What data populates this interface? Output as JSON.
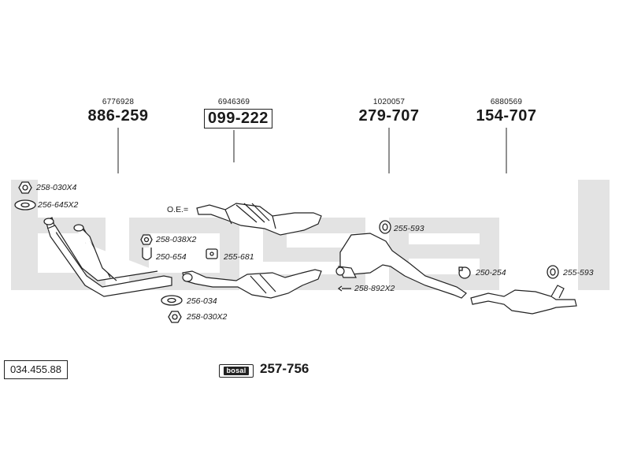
{
  "watermark": {
    "brand": "bosal",
    "color": "#e2e2e2"
  },
  "assemblies": [
    {
      "oe": "6776928",
      "part": "886-259",
      "boxed": false
    },
    {
      "oe": "6946369",
      "part": "099-222",
      "boxed": true
    },
    {
      "oe": "1020057",
      "part": "279-707",
      "boxed": false
    },
    {
      "oe": "6880569",
      "part": "154-707",
      "boxed": false
    }
  ],
  "oe_label": "O.E.=",
  "components": [
    {
      "label": "258-030X4",
      "icon": "nut-icon"
    },
    {
      "label": "256-645X2",
      "icon": "gasket-icon"
    },
    {
      "label": "258-038X2",
      "icon": "nut-icon"
    },
    {
      "label": "250-654",
      "icon": "u-clamp-icon"
    },
    {
      "label": "255-681",
      "icon": "rubber-mount-icon"
    },
    {
      "label": "256-034",
      "icon": "gasket-icon"
    },
    {
      "label": "258-030X2",
      "icon": "nut-icon"
    },
    {
      "label": "255-593",
      "icon": "rubber-ring-icon"
    },
    {
      "label": "258-892X2",
      "icon": "arrow-left-icon"
    },
    {
      "label": "250-254",
      "icon": "clamp-icon"
    },
    {
      "label": "255-593",
      "icon": "rubber-ring-icon"
    }
  ],
  "catalog_number": "034.455.88",
  "brand_badge": "bosal",
  "kit_number": "257-756"
}
